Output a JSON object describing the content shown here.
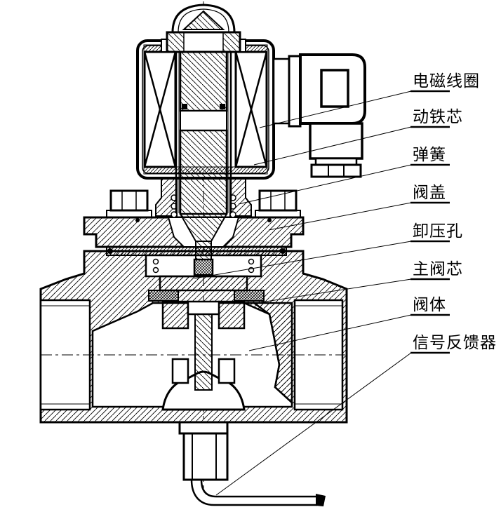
{
  "figure": {
    "background": "#ffffff",
    "line_color": "#000000"
  },
  "labels": [
    {
      "id": "coil",
      "text": "电磁线圈"
    },
    {
      "id": "armature",
      "text": "动铁芯"
    },
    {
      "id": "spring",
      "text": "弹簧"
    },
    {
      "id": "bonnet",
      "text": "阀盖"
    },
    {
      "id": "relief-hole",
      "text": "卸压孔"
    },
    {
      "id": "main-valve-core",
      "text": "主阀芯"
    },
    {
      "id": "valve-body",
      "text": "阀体"
    },
    {
      "id": "signal-feedback",
      "text": "信号反馈器"
    }
  ]
}
